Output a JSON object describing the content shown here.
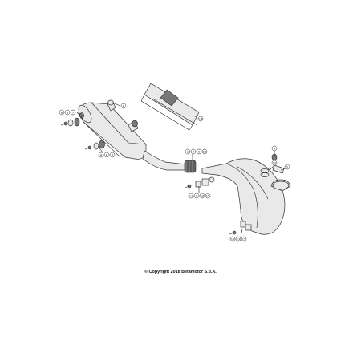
{
  "diagram": {
    "copyright": "© Copyright 2018 Betamotor S.p.A.",
    "callouts": {
      "c1": [
        "8",
        "6",
        "7"
      ],
      "c2": "6",
      "c3": [
        "8",
        "6",
        "7"
      ],
      "c4": [
        "1",
        "2",
        "3",
        "21"
      ],
      "c5": "14",
      "c6": "4",
      "c7": "12",
      "c8": "5",
      "c9": [
        "11",
        "9",
        "10",
        "15"
      ],
      "c10": [
        "11",
        "13",
        "15"
      ]
    }
  }
}
